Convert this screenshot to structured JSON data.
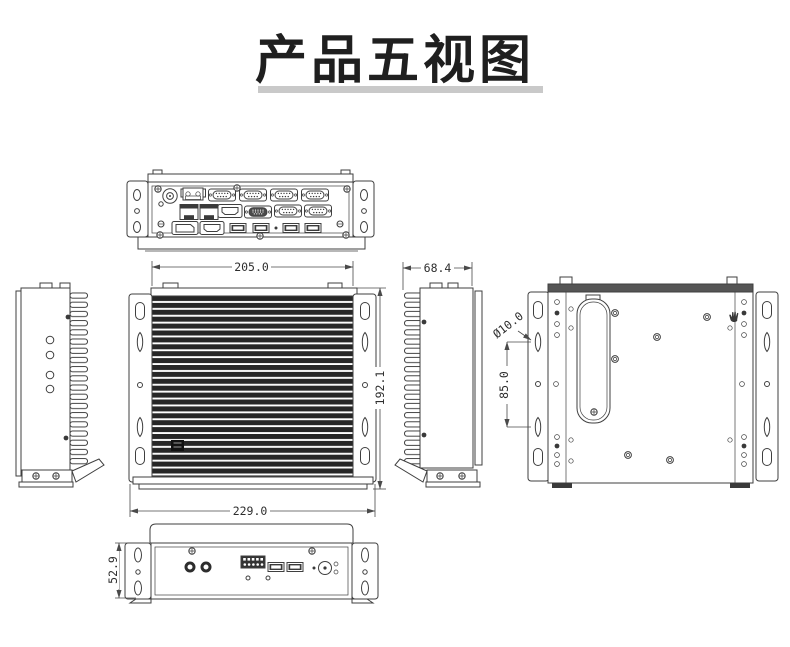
{
  "header": {
    "title": "产品五视图"
  },
  "dimensions": {
    "front_body_width": "205.0",
    "front_overall_width": "229.0",
    "front_height": "192.1",
    "side_depth": "68.4",
    "mount_hole_diameter": "Ø10.0",
    "mount_hole_spacing": "85.0",
    "bottom_height": "52.9"
  },
  "colors": {
    "line": "#3f3f3f",
    "title": "#1f1f1f",
    "underline": "#c9c9c9",
    "fin_dark": "#272727"
  }
}
